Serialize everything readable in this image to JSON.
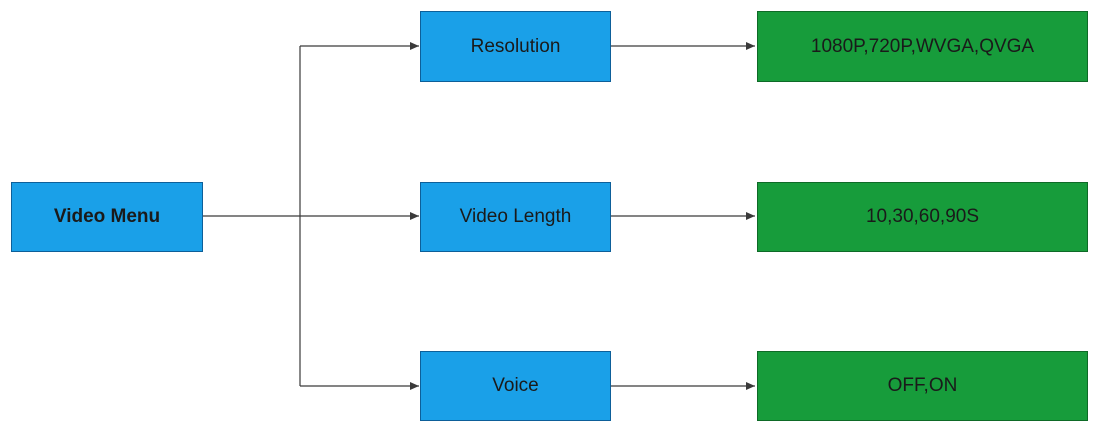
{
  "root": {
    "label": "Video Menu"
  },
  "options": [
    {
      "label": "Resolution",
      "values": "1080P,720P,WVGA,QVGA"
    },
    {
      "label": "Video Length",
      "values": "10,30,60,90S"
    },
    {
      "label": "Voice",
      "values": "OFF,ON"
    }
  ],
  "colors": {
    "menu_box": "#1aa0e8",
    "value_box": "#179c3b",
    "connector": "#3a3a3a"
  }
}
